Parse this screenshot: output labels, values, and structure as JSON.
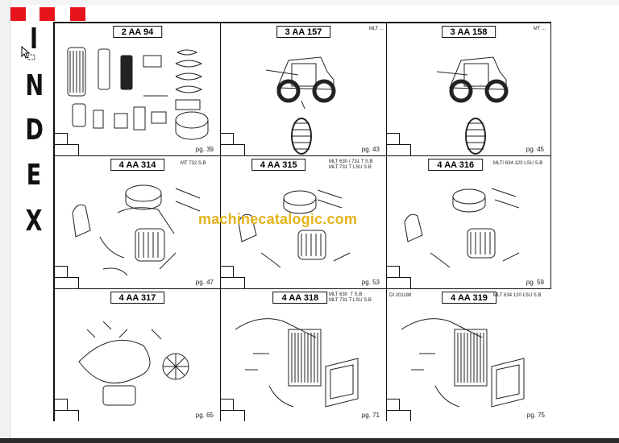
{
  "index_letters": [
    "I",
    "N",
    "D",
    "E",
    "X"
  ],
  "watermark": "machinecatalogic.com",
  "colors": {
    "accent": "#e8141b",
    "watermark": "#e3b31c",
    "ink": "#111111"
  },
  "cells": [
    {
      "code": "2 AA 94",
      "note": "",
      "page": "pg. 39"
    },
    {
      "code": "3 AA 157",
      "note": "MLT ...",
      "page": "pg. 43"
    },
    {
      "code": "3 AA 158",
      "note": "MT ...",
      "page": "pg. 45"
    },
    {
      "code": "4 AA 314",
      "note": "MT 732 S.B",
      "page": "pg. 47"
    },
    {
      "code": "4 AA 315",
      "note": "MLT 630 / 731 T S.B\nMLT 731 T LSU S.B",
      "page": "pg. 53"
    },
    {
      "code": "4 AA 316",
      "note": "MLT/ 634 120 LSU S.B",
      "page": "pg. 59"
    },
    {
      "code": "4 AA 317",
      "note": "",
      "page": "pg. 65"
    },
    {
      "code": "4 AA 318",
      "note": "MLT 630  T S.B\nMLT 731 T LSU S.B",
      "page": "pg. 71"
    },
    {
      "code": "4 AA 319",
      "note": "MLT 634 120 LSU S.B",
      "page": "pg. 75",
      "left_note": "DI 201188"
    }
  ]
}
